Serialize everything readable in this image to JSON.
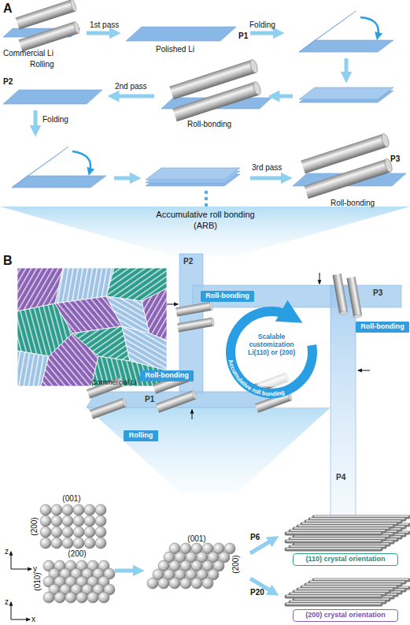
{
  "diagram": {
    "nodes": [
      {
        "text": [
          "Roll-bonding"
        ]
      },
      {
        "text": [
          "Roll-bonding"
        ]
      },
      {
        "text": [
          "Roll-bonding"
        ]
      },
      {
        "text": [
          "Rolling"
        ]
      },
      {
        "text": [
          "(110) crystal orientation"
        ]
      },
      {
        "text": [
          "(200) crystal orientation"
        ]
      }
    ],
    "labels": [
      "A",
      "Commercial Li",
      "Rolling",
      "1st pass",
      "Polished Li",
      "P1",
      "Folding",
      "Roll-bonding",
      "2nd pass",
      "P2",
      "Folding",
      "3rd pass",
      "P3",
      "Roll-bonding",
      "Accumulative roll bonding",
      "(ARB)",
      "B",
      "P2",
      "P3",
      "Scalable customization Li(110) or (200)",
      "Accumulative roll bonding",
      "Commercial Li",
      "P1",
      "P4",
      "(001)",
      "(200)",
      "z",
      "y",
      "(200)",
      "(010)",
      "z",
      "x",
      "(001)",
      "(200)",
      "P6",
      "P20"
    ]
  }
}
